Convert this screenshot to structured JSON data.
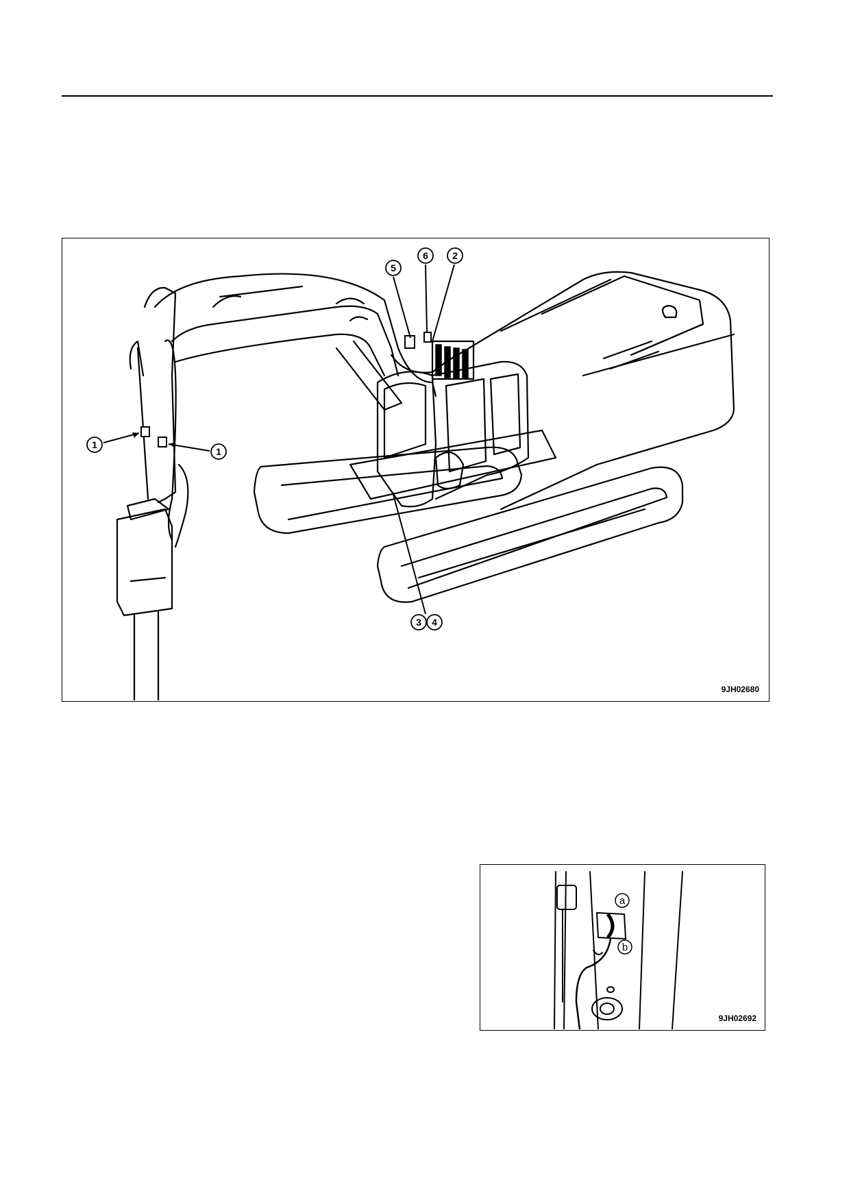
{
  "figures": [
    {
      "code": "9JH02680",
      "callouts": {
        "c1_left": "1",
        "c1_right": "1",
        "c2": "2",
        "c3": "3",
        "c4": "4",
        "c5": "5",
        "c6": "6"
      }
    },
    {
      "code": "9JH02692",
      "callouts": {
        "ca": "a",
        "cb": "b"
      }
    }
  ]
}
